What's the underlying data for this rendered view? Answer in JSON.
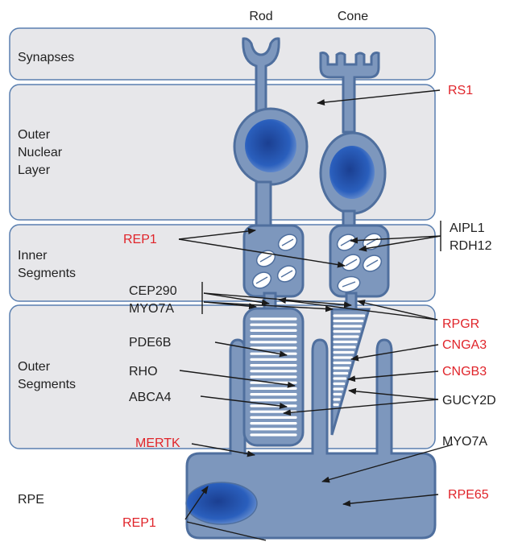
{
  "columns": {
    "rod": "Rod",
    "cone": "Cone"
  },
  "layers": {
    "synapses": [
      "Synapses"
    ],
    "outer_nuclear": [
      "Outer",
      "Nuclear",
      "Layer"
    ],
    "inner_segments": [
      "Inner",
      "Segments"
    ],
    "outer_segments": [
      "Outer",
      "Segments"
    ],
    "rpe": [
      "RPE"
    ]
  },
  "genes": {
    "rs1": "RS1",
    "rep1_top": "REP1",
    "aipl1": "AIPL1",
    "rdh12": "RDH12",
    "cep290": "CEP290",
    "myo7a_inner": "MYO7A",
    "rpgr": "RPGR",
    "pde6b": "PDE6B",
    "cnga3": "CNGA3",
    "rho": "RHO",
    "cngb3": "CNGB3",
    "abca4": "ABCA4",
    "gucy2d": "GUCY2D",
    "mertk": "MERTK",
    "myo7a_rpe": "MYO7A",
    "rpe65": "RPE65",
    "rep1_bottom": "REP1"
  },
  "colors": {
    "disease_gene_label": "#e0242a",
    "other_gene_label": "#222222",
    "cell": "#7d97bd",
    "nucleus": "#1f4ea8",
    "layer_band": "#e7e7ea"
  }
}
